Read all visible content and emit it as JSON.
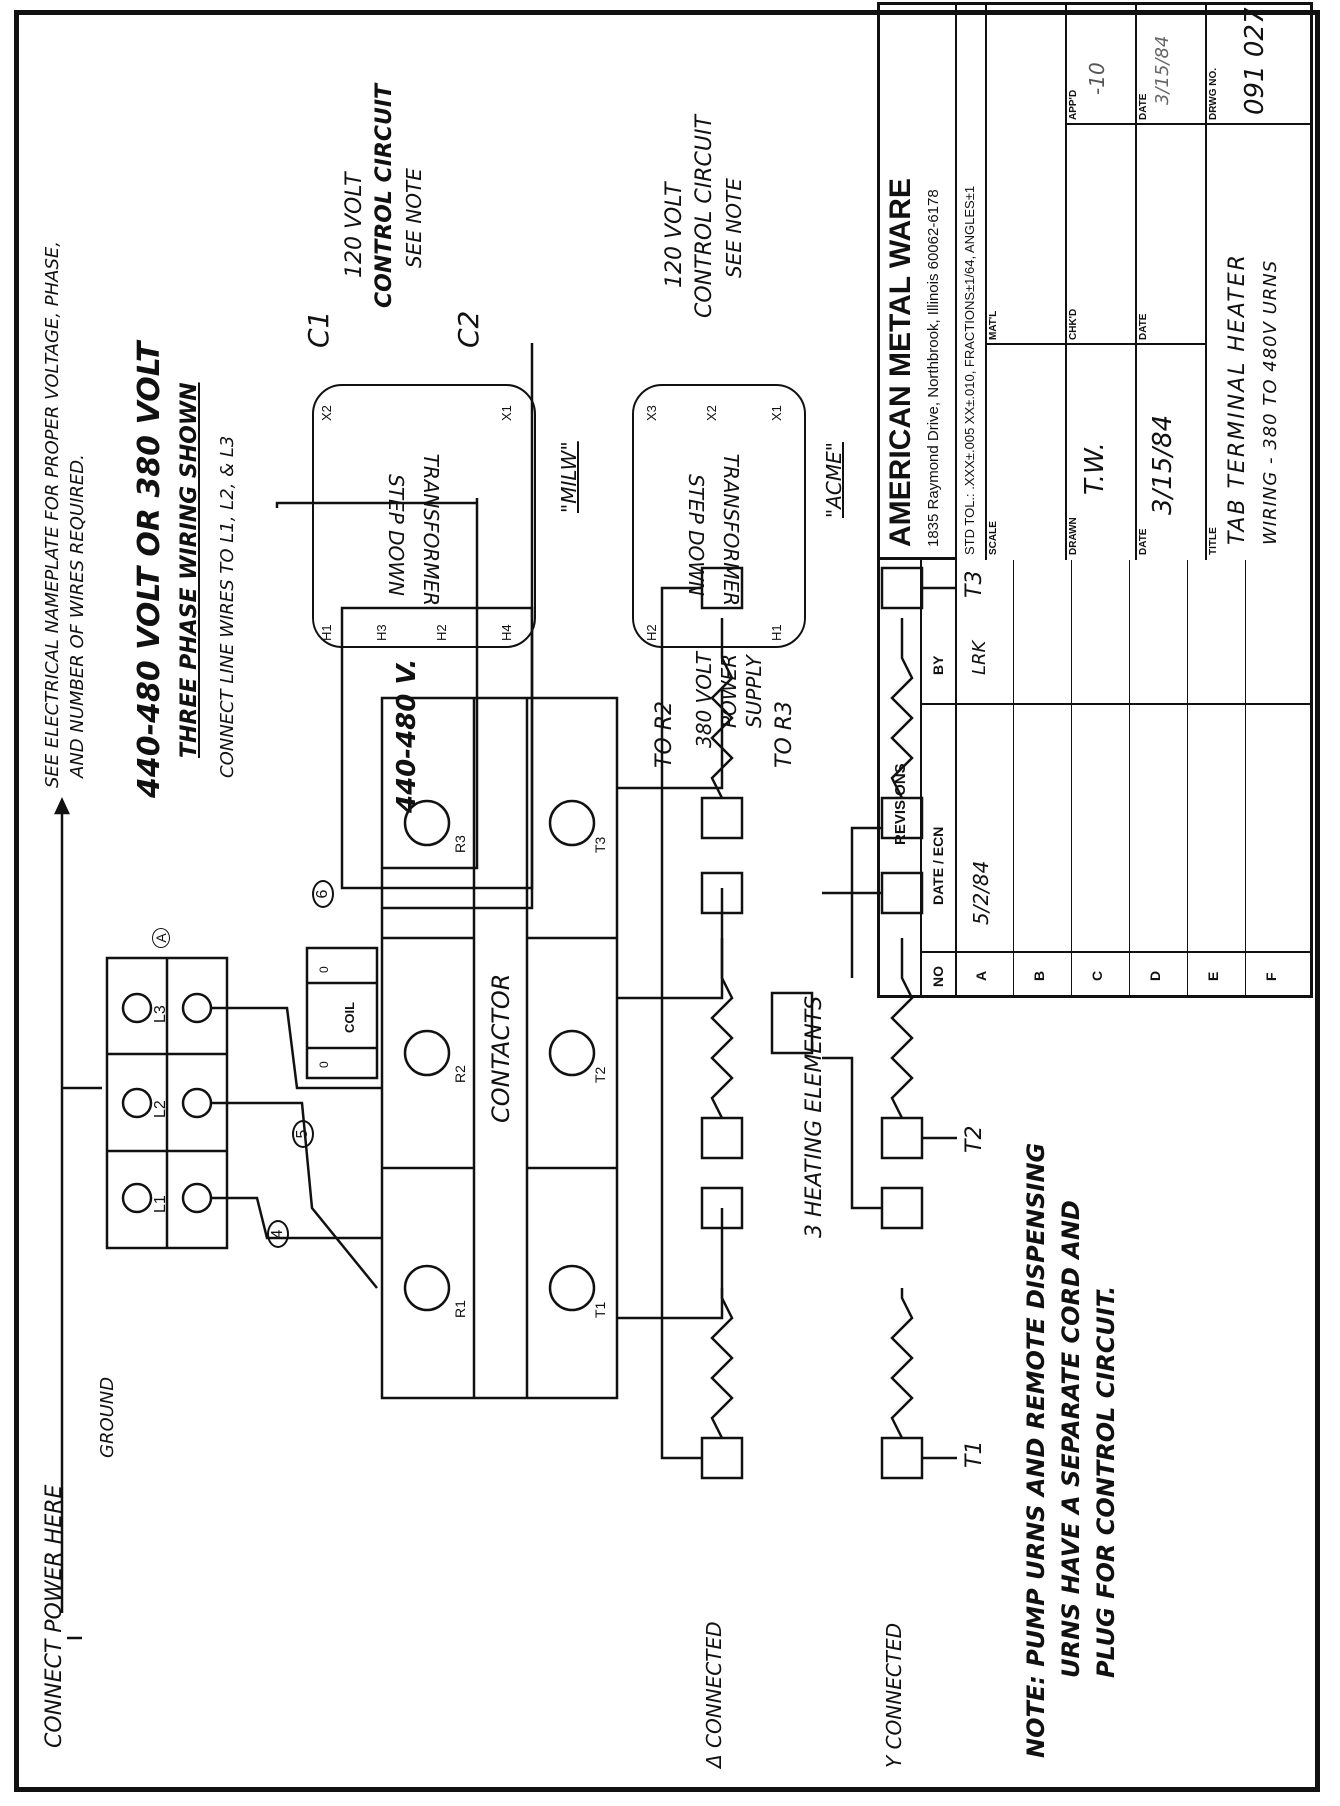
{
  "notes": {
    "connect_power": "CONNECT POWER HERE",
    "ground": "GROUND",
    "nameplate_line1": "SEE ELECTRICAL NAMEPLATE FOR PROPER VOLTAGE, PHASE,",
    "nameplate_line2": "AND NUMBER OF WIRES REQUIRED.",
    "voltage_title": "440-480 VOLT OR 380 VOLT",
    "three_phase": "THREE PHASE WIRING SHOWN",
    "connect_line": "CONNECT LINE WIRES TO L1, L2, & L3",
    "v440": "440-480 V.",
    "heating_elements": "3 HEATING ELEMENTS",
    "delta_connected": "Δ CONNECTED",
    "y_connected": "Y CONNECTED",
    "pump_note_1": "NOTE: PUMP URNS AND REMOTE DISPENSING",
    "pump_note_2": "URNS HAVE A SEPARATE CORD AND",
    "pump_note_3": "PLUG FOR CONTROL CIRCUIT."
  },
  "terminal_block": {
    "labels": [
      "L1",
      "L2",
      "L3"
    ],
    "revision_mark": "A"
  },
  "contactor": {
    "label": "CONTACTOR",
    "coil": "COIL",
    "top_terminals": [
      "R1",
      "R2",
      "R3"
    ],
    "bottom_terminals": [
      "T1",
      "T2",
      "T3"
    ],
    "coil_terminals": [
      "0",
      "0"
    ]
  },
  "wire_markers": [
    "4",
    "5",
    "6"
  ],
  "outputs": [
    "T1",
    "T2",
    "T3"
  ],
  "transformer_milw": {
    "name": "\"MILW\"",
    "title_1": "STEP DOWN",
    "title_2": "TRANSFORMER",
    "primary": [
      "H1",
      "H3",
      "H2",
      "H4"
    ],
    "secondary": [
      "X2",
      "X1"
    ],
    "out_1": "C1",
    "out_2": "C2",
    "control_1": "120 VOLT",
    "control_2": "CONTROL CIRCUIT",
    "control_3": "SEE NOTE"
  },
  "transformer_acme": {
    "name": "\"ACME\"",
    "title_1": "STEP DOWN",
    "title_2": "TRANSFORMER",
    "primary": [
      "H2",
      "H1"
    ],
    "secondary": [
      "X3",
      "X2",
      "X1"
    ],
    "to_r2": "TO R2",
    "to_r3": "TO R3",
    "supply_1": "380 VOLT",
    "supply_2": "POWER",
    "supply_3": "SUPPLY",
    "control_1": "120 VOLT",
    "control_2": "CONTROL CIRCUIT",
    "control_3": "SEE NOTE"
  },
  "title_block": {
    "company": "AMERICAN METAL WARE",
    "address": "1835 Raymond Drive,   Northbrook, Illinois 60062-6178",
    "tolerances": "STD TOL.: .XXX±.005  XX±.010, FRACTIONS±1/64, ANGLES±1",
    "scale_label": "SCALE",
    "matl_label": "MAT'L",
    "drawn_label": "DRAWN",
    "drawn_value": "T.W.",
    "chkd_label": "CHK'D",
    "appd_label": "APP'D",
    "appd_value": "-10",
    "date_label": "DATE",
    "date_drawn": "3/15/84",
    "date_appd": "3/15/84",
    "title_label": "TITLE",
    "title_1": "TAB TERMINAL HEATER",
    "title_2": "WIRING - 380 TO 480V URNS",
    "dwg_label": "DRWG NO.",
    "dwg_no": "091 027"
  },
  "revisions": {
    "heading": "REVISIONS",
    "columns": [
      "NO",
      "DATE / ECN",
      "BY"
    ],
    "rows": [
      {
        "no": "A",
        "date": "5/2/84",
        "by": "LRK"
      },
      {
        "no": "B",
        "date": "",
        "by": ""
      },
      {
        "no": "C",
        "date": "",
        "by": ""
      },
      {
        "no": "D",
        "date": "",
        "by": ""
      },
      {
        "no": "E",
        "date": "",
        "by": ""
      },
      {
        "no": "F",
        "date": "",
        "by": ""
      }
    ]
  }
}
